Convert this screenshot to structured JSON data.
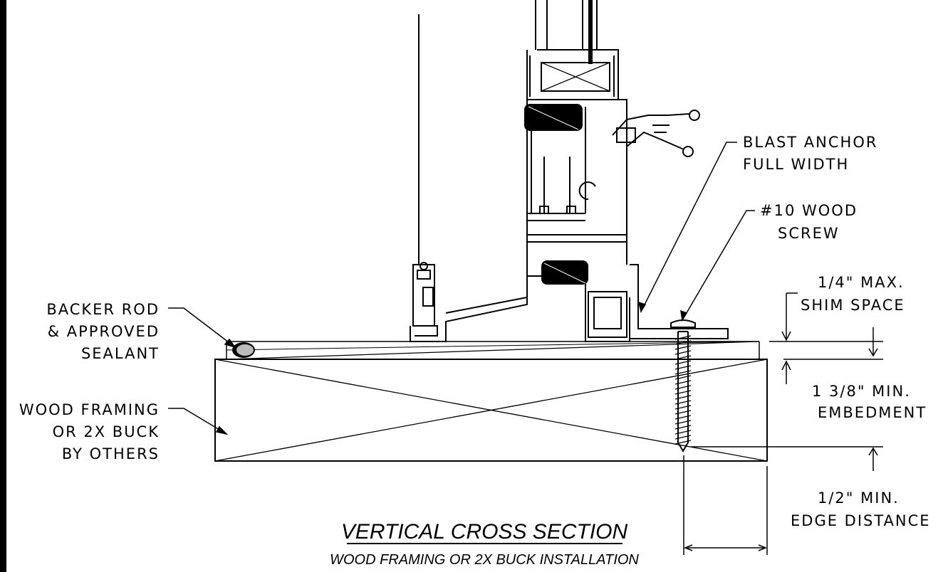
{
  "labels": {
    "blast_anchor": [
      "BLAST ANCHOR",
      "FULL WIDTH"
    ],
    "wood_screw": [
      "#10 WOOD",
      "SCREW"
    ],
    "shim_space": [
      "1/4\" MAX.",
      "SHIM SPACE"
    ],
    "embedment": [
      "1 3/8\" MIN.",
      "EMBEDMENT"
    ],
    "edge_distance": [
      "1/2\" MIN.",
      "EDGE DISTANCE"
    ],
    "backer_rod": [
      "BACKER ROD",
      "& APPROVED",
      "SEALANT"
    ],
    "wood_framing": [
      "WOOD FRAMING",
      "OR 2X BUCK",
      "BY OTHERS"
    ]
  },
  "title": {
    "main": "VERTICAL CROSS SECTION",
    "subtitle": "WOOD FRAMING OR 2X BUCK INSTALLATION"
  }
}
